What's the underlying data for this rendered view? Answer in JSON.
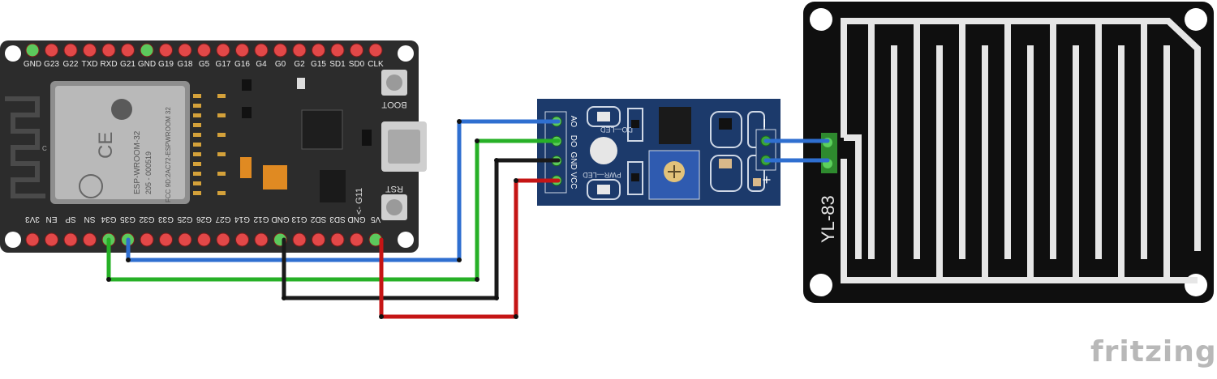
{
  "esp32": {
    "module_label": "ESP-WROOM-32",
    "module_code": "205 - 000519",
    "module_fcc": "FCC 9D:2AC72-ESPWROOM 32",
    "module_letter": "C",
    "button_boot": "BOOT",
    "button_rst": "RST",
    "pin_note": "<- G11",
    "top_pins": [
      "GND",
      "G23",
      "G22",
      "TXD",
      "RXD",
      "G21",
      "GND",
      "G19",
      "G18",
      "G5",
      "G17",
      "G16",
      "G4",
      "G0",
      "G2",
      "G15",
      "SD1",
      "SD0",
      "CLK"
    ],
    "bottom_pins": [
      "3V3",
      "EN",
      "SP",
      "SN",
      "G34",
      "G35",
      "G32",
      "G33",
      "G25",
      "G26",
      "G27",
      "G14",
      "G12",
      "GND",
      "G13",
      "SD2",
      "SD3",
      "GND",
      "V5"
    ]
  },
  "sensor_module": {
    "pin_labels": [
      "AO",
      "DO",
      "GND",
      "VCC"
    ],
    "led_do": "DO—LED",
    "led_pwr": "PWR—LED",
    "plus": "+",
    "minus": "–"
  },
  "rain_board": {
    "model": "YL-83"
  },
  "wires": {
    "colors": {
      "blue": "#2f6fd0",
      "green": "#27b027",
      "black": "#1a1a1a",
      "red": "#c51515"
    }
  },
  "watermark": "fritzing"
}
